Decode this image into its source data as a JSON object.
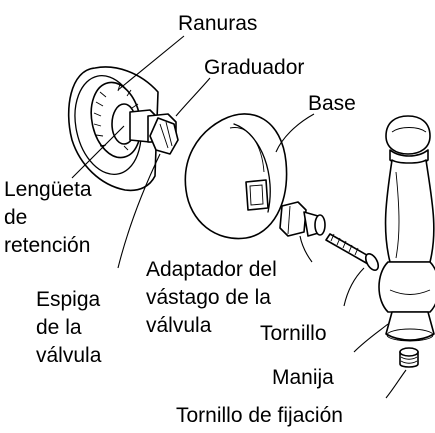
{
  "labels": {
    "ranuras": "Ranuras",
    "graduador": "Graduador",
    "base": "Base",
    "lengueta": [
      "Lengüeta",
      "de",
      "retención"
    ],
    "adaptador": [
      "Adaptador del",
      "vástago de la",
      "válvula"
    ],
    "espiga": [
      "Espiga",
      "de la",
      "válvula"
    ],
    "tornillo": "Tornillo",
    "manija": "Manija",
    "tornillo_fijacion": "Tornillo de fijación"
  }
}
